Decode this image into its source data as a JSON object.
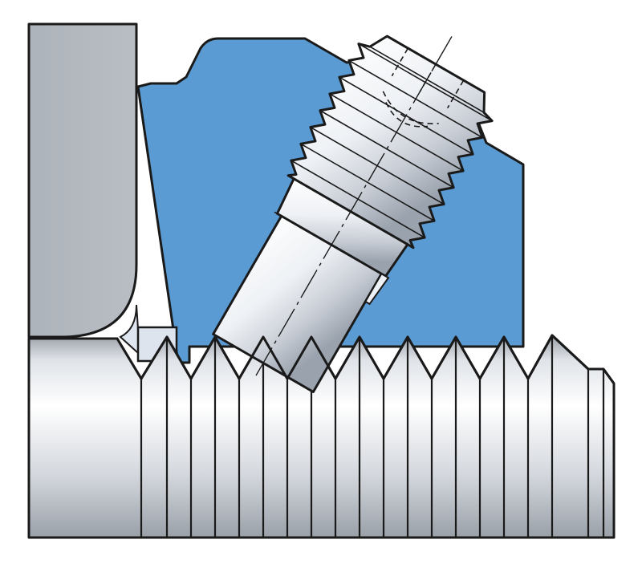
{
  "diagram": {
    "description_visible_text": "",
    "colors": {
      "background": "#ffffff",
      "housing_gray": "#b3b9bf",
      "nut_blue": "#5b9bd3",
      "metal_light": "#f2f4f7",
      "metal_mid": "#c8ccd3",
      "metal_dark": "#8d939c",
      "outline": "#1a1a1a"
    },
    "parts": [
      {
        "id": "housing",
        "icon": "gray-housing-block"
      },
      {
        "id": "nut",
        "icon": "blue-nut-body"
      },
      {
        "id": "threaded-rod",
        "icon": "horizontal-threaded-rod"
      },
      {
        "id": "angled-fitting",
        "icon": "angled-threaded-fitting"
      }
    ]
  }
}
